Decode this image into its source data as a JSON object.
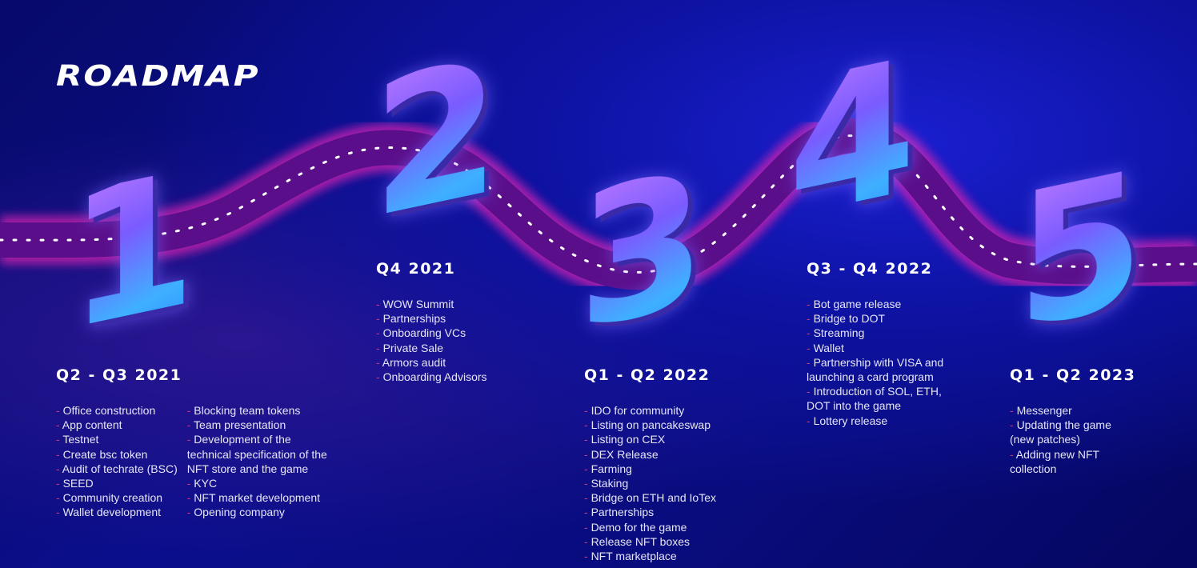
{
  "title": "ROADMAP",
  "phases": [
    {
      "number": "1",
      "heading": "Q2 - Q3 2021",
      "columns": [
        [
          "Office construction",
          "App content",
          "Testnet",
          "Create bsc token",
          "Audit of techrate (BSC)",
          "SEED",
          "Community creation",
          "Wallet development"
        ],
        [
          "Blocking team tokens",
          "Team presentation",
          "Development of the\ntechnical specification of the\nNFT store and the game",
          "KYC",
          "NFT market development",
          "Opening company"
        ]
      ]
    },
    {
      "number": "2",
      "heading": "Q4 2021",
      "columns": [
        [
          "WOW Summit",
          "Partnerships",
          "Onboarding VCs",
          "Private Sale",
          "Armors audit",
          "Onboarding Advisors"
        ]
      ]
    },
    {
      "number": "3",
      "heading": "Q1 - Q2 2022",
      "columns": [
        [
          "IDO for community",
          "Listing on pancakeswap",
          "Listing on CEX",
          "DEX Release",
          "Farming",
          "Staking",
          "Bridge on ETH and IoTex",
          "Partnerships",
          "Demo for the game",
          "Release NFT boxes",
          "NFT marketplace"
        ]
      ]
    },
    {
      "number": "4",
      "heading": "Q3 - Q4 2022",
      "columns": [
        [
          "Bot game release",
          "Bridge to DOT",
          "Streaming",
          "Wallet",
          "Partnership with VISA and\nlaunching a card program",
          "Introduction of SOL, ETH,\nDOT into the game",
          "Lottery release"
        ]
      ]
    },
    {
      "number": "5",
      "heading": "Q1 - Q2 2023",
      "columns": [
        [
          "Messenger",
          "Updating the game\n(new patches)",
          "Adding new NFT\ncollection"
        ]
      ]
    }
  ],
  "colors": {
    "road": "#b0189a",
    "dash": "#e0306a"
  }
}
